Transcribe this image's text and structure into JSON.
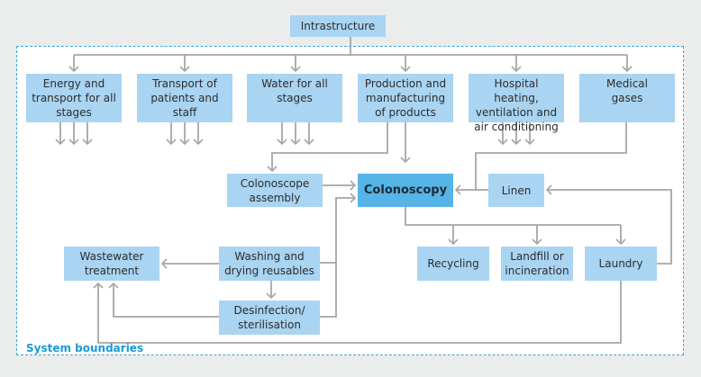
{
  "diagram": {
    "title_node": "Intrastructure",
    "boundary_label": "System boundaries",
    "nodes": {
      "infrastructure": "Intrastructure",
      "energy": "Energy and\ntransport for all\nstages",
      "transport": "Transport of\npatients and\nstaff",
      "water": "Water for all\nstages",
      "production": "Production and\nmanufacturing\nof products",
      "hospital": "Hospital heating,\nventilation and\nair conditioning",
      "medical": "Medical\ngases",
      "assembly": "Colonoscope\nassembly",
      "colonoscopy": "Colonoscopy",
      "linen": "Linen",
      "wastewater": "Wastewater\ntreatment",
      "washing": "Washing and\ndrying reusables",
      "desinfection": "Desinfection/\nsterilisation",
      "recycling": "Recycling",
      "landfill": "Landfill or\nincineration",
      "laundry": "Laundry"
    },
    "edges": [
      {
        "from": "infrastructure",
        "to": "energy"
      },
      {
        "from": "infrastructure",
        "to": "transport"
      },
      {
        "from": "infrastructure",
        "to": "water"
      },
      {
        "from": "infrastructure",
        "to": "production"
      },
      {
        "from": "infrastructure",
        "to": "hospital"
      },
      {
        "from": "infrastructure",
        "to": "medical"
      },
      {
        "from": "production",
        "to": "assembly"
      },
      {
        "from": "production",
        "to": "colonoscopy"
      },
      {
        "from": "medical",
        "to": "colonoscopy"
      },
      {
        "from": "assembly",
        "to": "colonoscopy"
      },
      {
        "from": "linen",
        "to": "colonoscopy"
      },
      {
        "from": "washing",
        "to": "colonoscopy"
      },
      {
        "from": "desinfection",
        "to": "colonoscopy"
      },
      {
        "from": "colonoscopy",
        "to": "recycling"
      },
      {
        "from": "colonoscopy",
        "to": "landfill"
      },
      {
        "from": "colonoscopy",
        "to": "laundry"
      },
      {
        "from": "laundry",
        "to": "linen"
      },
      {
        "from": "laundry",
        "to": "wastewater"
      },
      {
        "from": "washing",
        "to": "wastewater"
      },
      {
        "from": "washing",
        "to": "desinfection"
      },
      {
        "from": "desinfection",
        "to": "wastewater"
      }
    ],
    "colors": {
      "node": "#a9d4f2",
      "focus_node": "#56b4e6",
      "boundary": "#3aa6dc",
      "connector": "#a6a6a6"
    }
  }
}
